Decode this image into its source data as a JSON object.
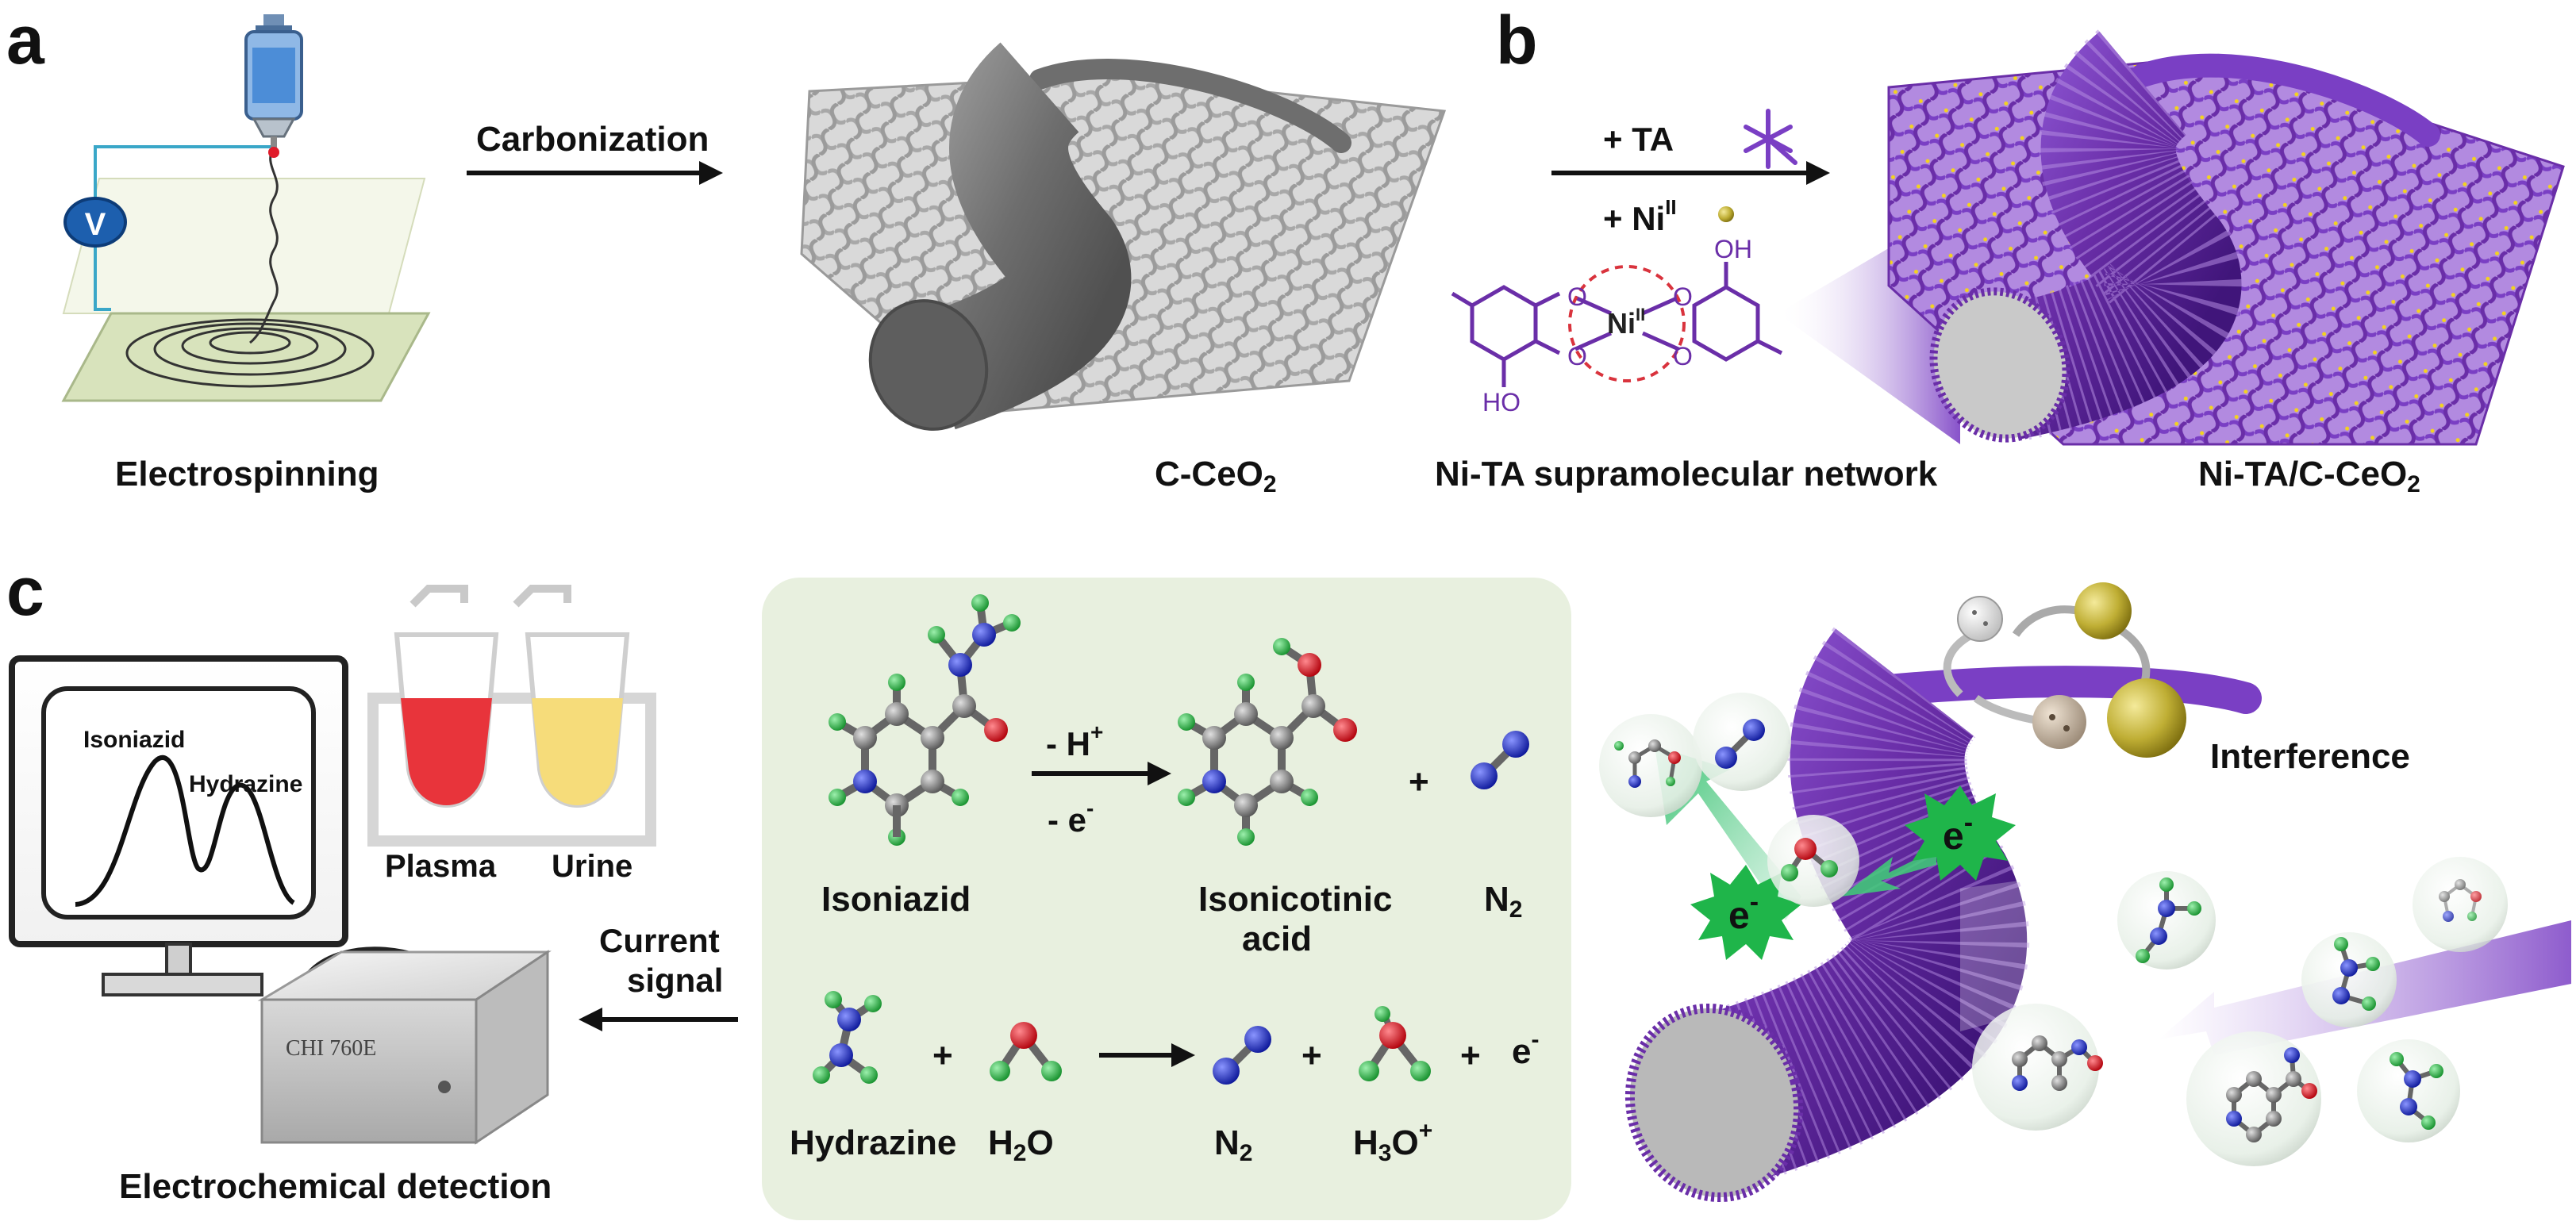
{
  "panels": {
    "a": {
      "letter": "a",
      "electrospinning_label": "Electrospinning",
      "voltage_symbol": "V",
      "carbonization_label": "Carbonization",
      "product_label_main": "C-CeO",
      "product_label_sub": "2"
    },
    "b": {
      "letter": "b",
      "reagent_ta": "+ TA",
      "reagent_ni_main": "+ Ni",
      "reagent_ni_sup": "II",
      "complex_metal_main": "Ni",
      "complex_metal_sup": "II",
      "hydroxyl_top": "OH",
      "hydroxyl_bottom": "HO",
      "oxygen": "O",
      "network_label": "Ni-TA  supramolecular network",
      "product_label_main": "Ni-TA/C-CeO",
      "product_label_sub": "2"
    },
    "c": {
      "letter": "c",
      "chromatogram_peak1": "Isoniazid",
      "chromatogram_peak2": "Hydrazine",
      "sample1": "Plasma",
      "sample2": "Urine",
      "signal_line1": "Current",
      "signal_line2": "signal",
      "instrument_label": "CHI 760E",
      "detection_label": "Electrochemical detection",
      "reaction1": {
        "reactant": "Isoniazid",
        "step_top_main": "- H",
        "step_top_sup": "+",
        "step_bottom_main": "- e",
        "step_bottom_sup": "-",
        "product1_line1": "Isonicotinic",
        "product1_line2": "acid",
        "plus": "+",
        "product2_main": "N",
        "product2_sub": "2"
      },
      "reaction2": {
        "reactant1": "Hydrazine",
        "plus": "+",
        "reactant2_main": "H",
        "reactant2_sub": "2",
        "reactant2_tail": "O",
        "product1_main": "N",
        "product1_sub": "2",
        "product2_main": "H",
        "product2_sub": "3",
        "product2_tail": "O",
        "product2_sup": "+",
        "electron_main": "e",
        "electron_sup": "-"
      },
      "electron_badge_main": "e",
      "electron_badge_sup": "-",
      "interference_label": "Interference"
    }
  },
  "colors": {
    "purple": "#7a3fc4",
    "purple_dark": "#4b1d86",
    "fiber_gray": "#7d7d7d",
    "mesh_gray": "#b9b9b9",
    "reaction_panel_bg": "#e8f0df",
    "atom_green": "#2fbf4a",
    "atom_blue": "#1e2ec8",
    "atom_red": "#e0101a",
    "atom_gray": "#8a8a8a",
    "electron_green": "#22b34a",
    "plasma_red": "#e8343b",
    "urine_yellow": "#f6dc7a",
    "nickel_yellow": "#f3d21f"
  }
}
